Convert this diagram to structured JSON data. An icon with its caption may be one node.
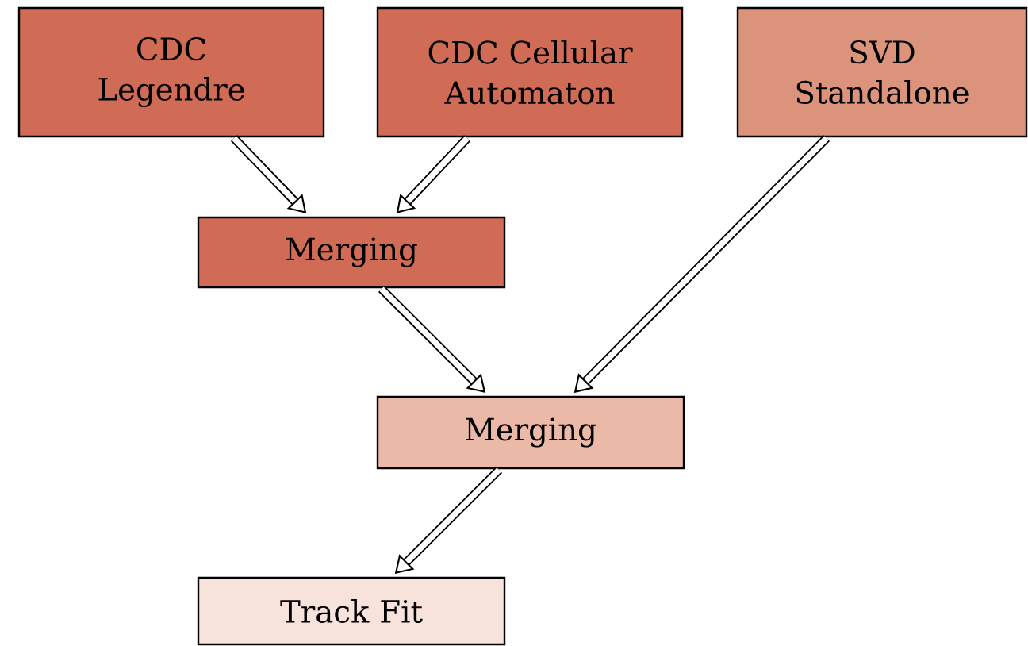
{
  "diagram": {
    "nodes": [
      {
        "text": [
          "CDC Legendre"
        ]
      },
      {
        "text": [
          "CDC Cellular Automaton"
        ]
      },
      {
        "text": [
          "SVD Standalone"
        ]
      },
      {
        "text": [
          "Merging"
        ]
      },
      {
        "text": [
          "Merging"
        ]
      },
      {
        "text": [
          "Track Fit"
        ]
      }
    ],
    "edges": [
      {
        "from": 0,
        "to": 3,
        "arrow": "to"
      },
      {
        "from": 1,
        "to": 3,
        "arrow": "to"
      },
      {
        "from": 3,
        "to": 4,
        "arrow": "to"
      },
      {
        "from": 2,
        "to": 4,
        "arrow": "to"
      },
      {
        "from": 4,
        "to": 5,
        "arrow": "to"
      }
    ]
  }
}
